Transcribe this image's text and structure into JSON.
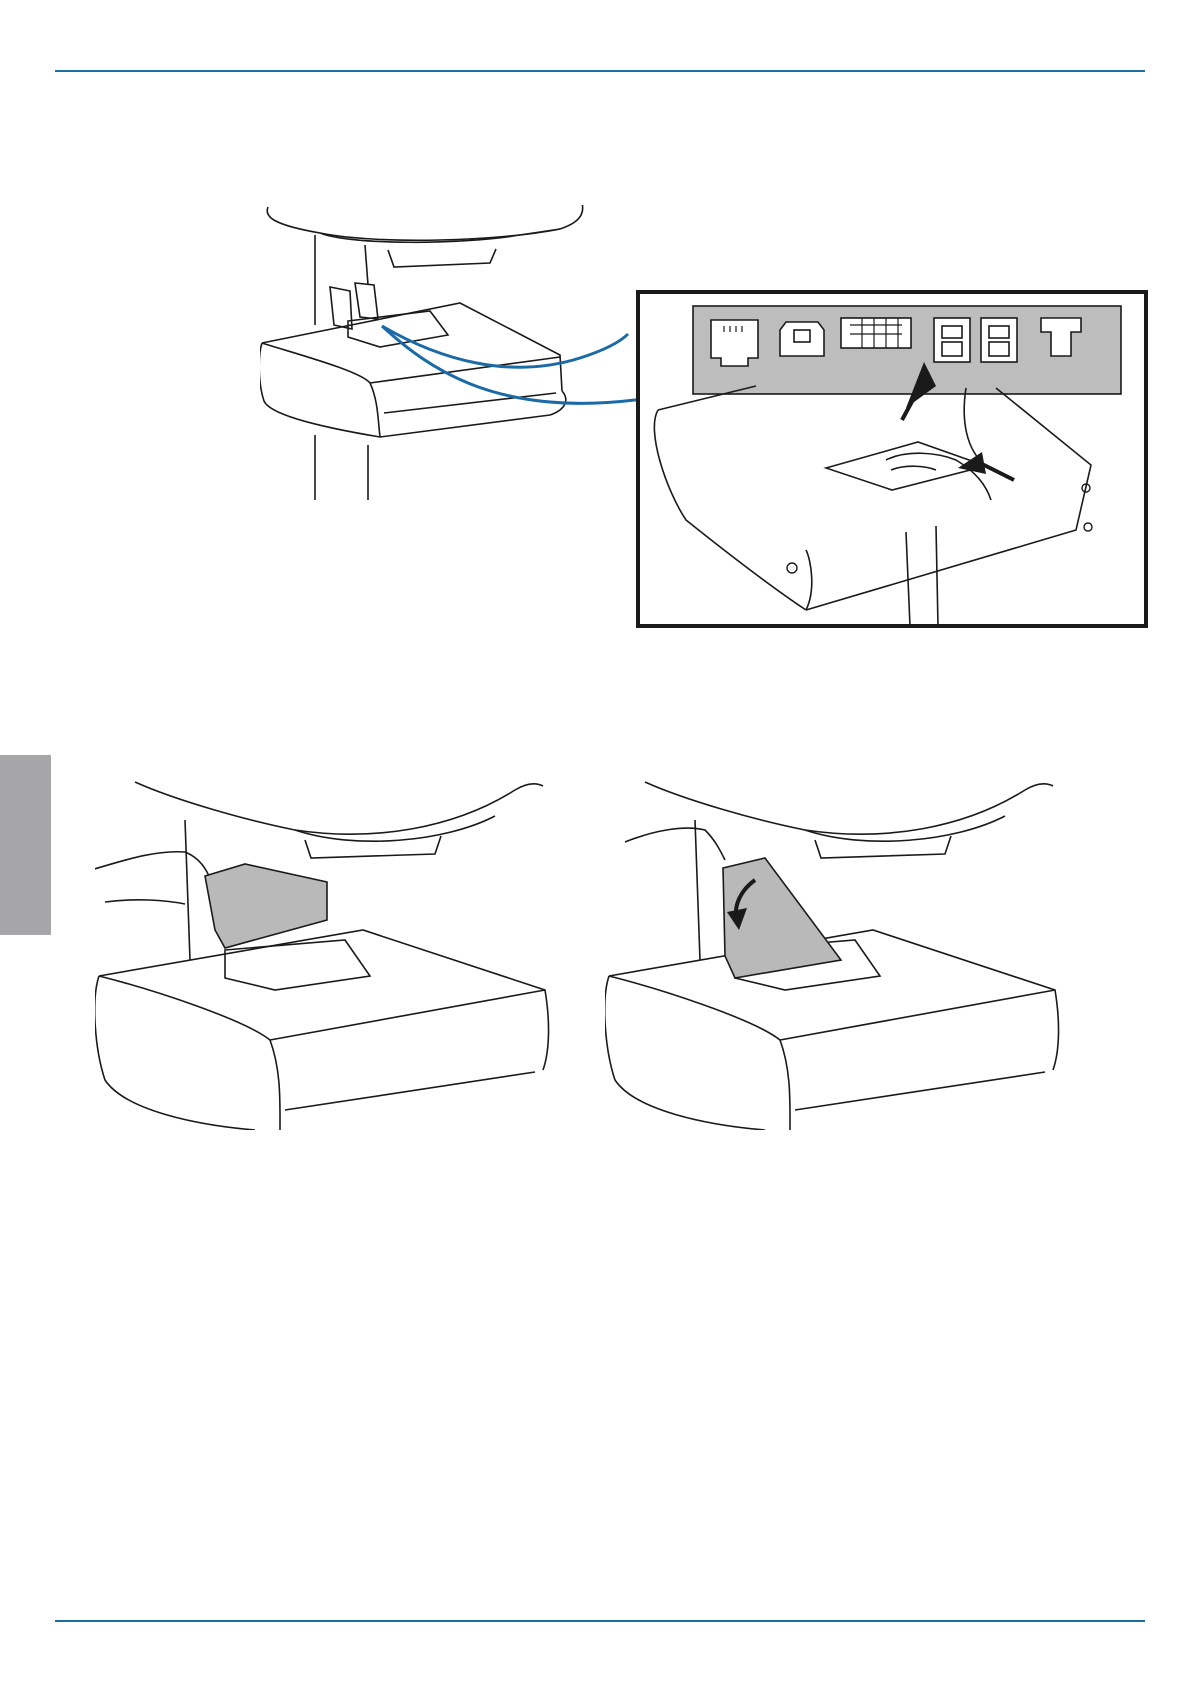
{
  "colors": {
    "rule": "#1c6e9e",
    "cable": "#1a6aa8",
    "side_tab": "#a6a6a8",
    "panel_fill": "#bdbdbd",
    "cover_fill": "#b9b9b9",
    "line": "#1a1a1a"
  },
  "figures": [
    {
      "name": "figure-cart-connection-overview"
    },
    {
      "name": "figure-connector-panel-detail"
    },
    {
      "name": "figure-cover-insert"
    },
    {
      "name": "figure-cover-rotate"
    }
  ],
  "icons": [
    "rj-jack-icon",
    "usb-b-port-icon",
    "multi-pin-connector-icon",
    "power-connector-icon",
    "arrow-icon"
  ]
}
